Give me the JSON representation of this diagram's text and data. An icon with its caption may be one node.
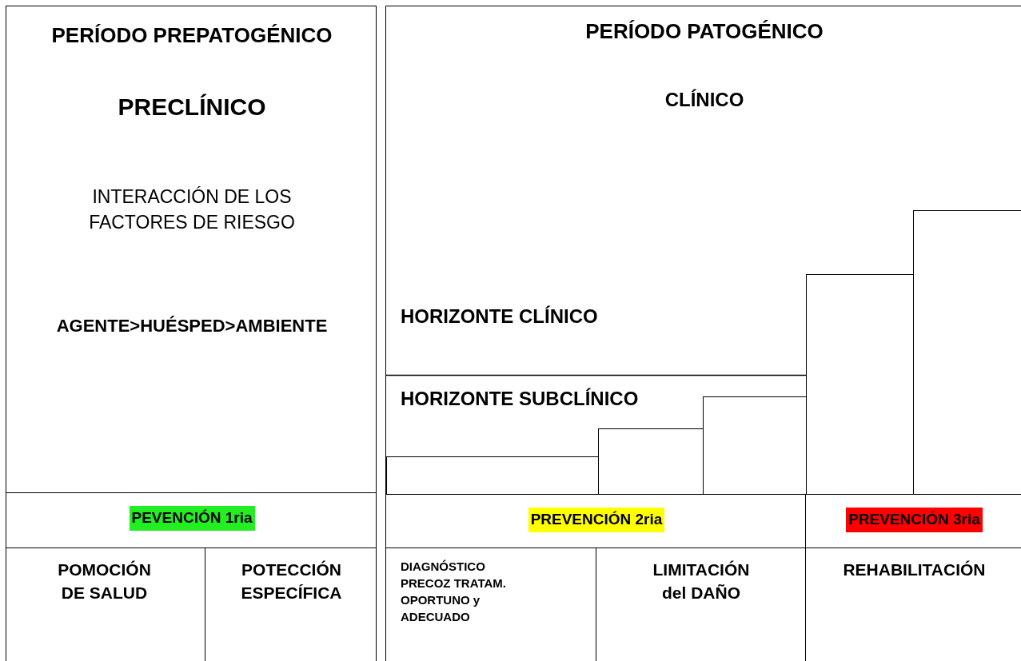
{
  "diagram": {
    "nodes": [
      {
        "text": [
          "PERÍODO PREPATOGÉNICO",
          "PRECLÍNICO",
          "INTERACCIÓN DE LOS FACTORES DE RIESGO",
          "AGENTE>HUÉSPED>AMBIENTE"
        ]
      },
      {
        "text": [
          "PERÍODO PATOGÉNICO",
          "CLÍNICO",
          "HORIZONTE CLÍNICO",
          "HORIZONTE SUBCLÍNICO"
        ]
      },
      {
        "text": [],
        "shape": "bar",
        "in": 1
      },
      {
        "text": [],
        "shape": "bar",
        "in": 1
      },
      {
        "text": [],
        "shape": "bar",
        "in": 1
      },
      {
        "text": [],
        "shape": "bar",
        "in": 1
      },
      {
        "text": [],
        "shape": "bar",
        "in": 1
      },
      {
        "text": [
          "PEVENCIÓN 1ria"
        ]
      },
      {
        "text": [
          "PREVENCIÓN 2ria"
        ]
      },
      {
        "text": [
          "PREVENCIÓN 3ria"
        ]
      },
      {
        "text": [
          "POMOCIÓN DE SALUD"
        ]
      },
      {
        "text": [
          "POTECCIÓN ESPECÍFICA"
        ]
      },
      {
        "text": [
          "DIAGNÓSTICO PRECOZ TRATAM. OPORTUNO y ADECUADO"
        ]
      },
      {
        "text": [
          "LIMITACIÓN del DAÑO"
        ]
      },
      {
        "text": [
          "REHABILITACIÓN"
        ]
      }
    ]
  }
}
